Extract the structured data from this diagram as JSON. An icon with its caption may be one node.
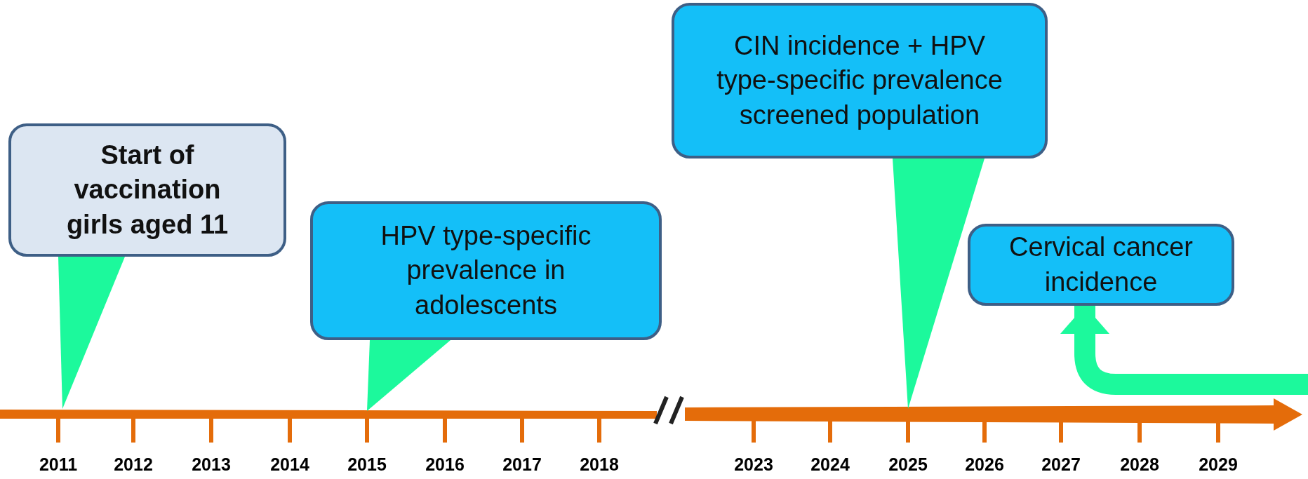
{
  "diagram": {
    "nodes": [
      {
        "text": [
          "Start of vaccination girls aged 11"
        ]
      },
      {
        "text": [
          "HPV type-specific prevalence in adolescents"
        ]
      },
      {
        "text": [
          "CIN incidence + HPV type-specific prevalence screened population"
        ]
      },
      {
        "text": [
          "Cervical cancer incidence"
        ]
      }
    ],
    "edges": [
      {
        "from": 0,
        "to": null,
        "arrow": "to"
      },
      {
        "from": 1,
        "to": null,
        "arrow": "to"
      },
      {
        "from": 2,
        "to": null,
        "arrow": "to"
      },
      {
        "from": null,
        "to": 3,
        "arrow": "to"
      }
    ],
    "labels": [
      "2011",
      "2012",
      "2013",
      "2014",
      "2015",
      "2016",
      "2017",
      "2018",
      "2023",
      "2024",
      "2025",
      "2026",
      "2027",
      "2028",
      "2029"
    ]
  }
}
